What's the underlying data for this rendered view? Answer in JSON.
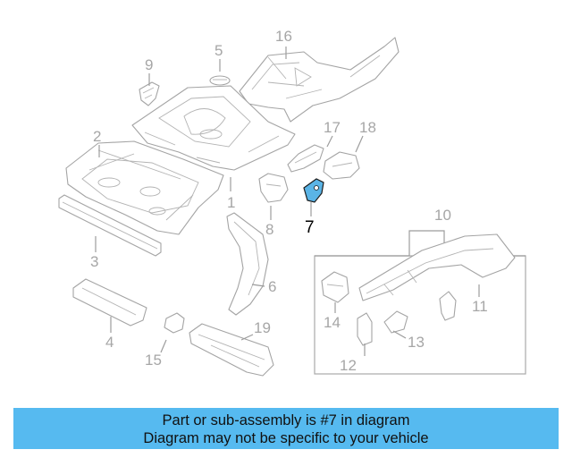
{
  "diagram": {
    "highlighted_part": "7",
    "callouts": {
      "p1": "1",
      "p2": "2",
      "p3": "3",
      "p4": "4",
      "p5": "5",
      "p6": "6",
      "p7": "7",
      "p8": "8",
      "p9": "9",
      "p10": "10",
      "p11": "11",
      "p12": "12",
      "p13": "13",
      "p14": "14",
      "p15": "15",
      "p16": "16",
      "p17": "17",
      "p18": "18",
      "p19": "19"
    },
    "colors": {
      "highlight": "#5ab4e6",
      "banner": "#56baf0",
      "lines": "#a4a4a4"
    }
  },
  "banner": {
    "line1": "Part or sub-assembly is #7 in diagram",
    "line2": "Diagram may not be specific to your vehicle"
  }
}
